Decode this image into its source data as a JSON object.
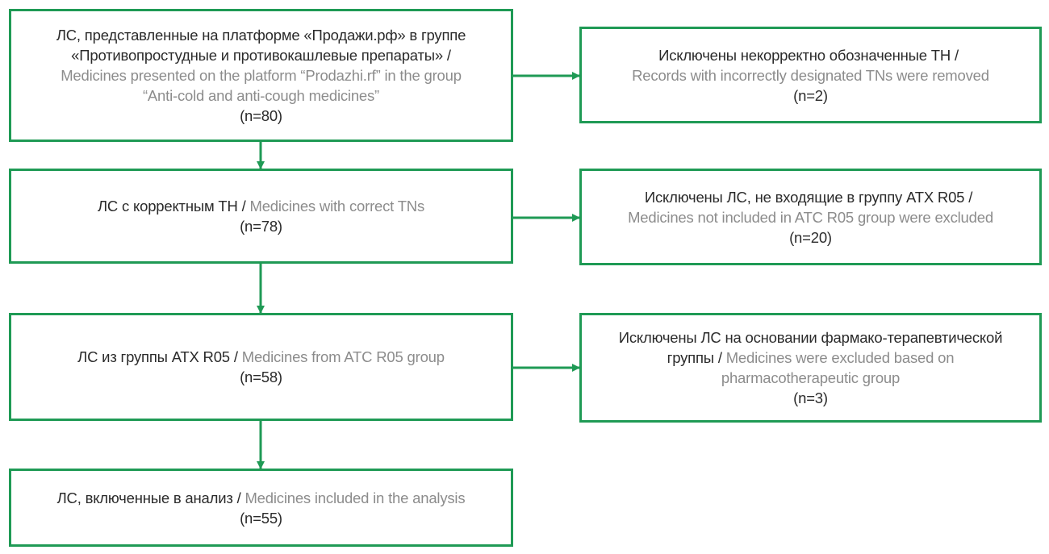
{
  "colors": {
    "border": "#1f9a55",
    "text_ru": "#2b2b2b",
    "text_en": "#8c8c8c"
  },
  "main_boxes": [
    {
      "ru_lines": [
        "ЛС, представленные на платформе «Продажи.рф» в группе",
        "«Противопростудные и противокашлевые препараты» /"
      ],
      "en_lines": [
        "Medicines presented on the platform “Prodazhi.rf” in the group",
        "“Anti-cold and anti-cough medicines”"
      ],
      "n": "(n=80)"
    },
    {
      "ru": "ЛС с корректным ТН",
      "en": "Medicines with correct TNs",
      "n": "(n=78)"
    },
    {
      "ru": "ЛС из группы АТХ R05",
      "en": "Medicines from ATC R05 group",
      "n": "(n=58)"
    },
    {
      "ru": "ЛС, включенные в анализ",
      "en": "Medicines included in the analysis",
      "n": "(n=55)"
    }
  ],
  "excluded_boxes": [
    {
      "ru": "Исключены некорректно обозначенные ТН",
      "en": "Records with incorrectly designated TNs were removed",
      "n": "(n=2)"
    },
    {
      "ru": "Исключены ЛС, не входящие в группу АТХ R05",
      "en": "Medicines not included in ATC R05 group were excluded",
      "n": "(n=20)"
    },
    {
      "ru_line1": "Исключены ЛС на основании фармако-терапевтической",
      "ru_line2": "группы",
      "en_line2": "Medicines were excluded based on",
      "en_line3": "pharmacotherapeutic group",
      "n": "(n=3)"
    }
  ],
  "separator": " / "
}
